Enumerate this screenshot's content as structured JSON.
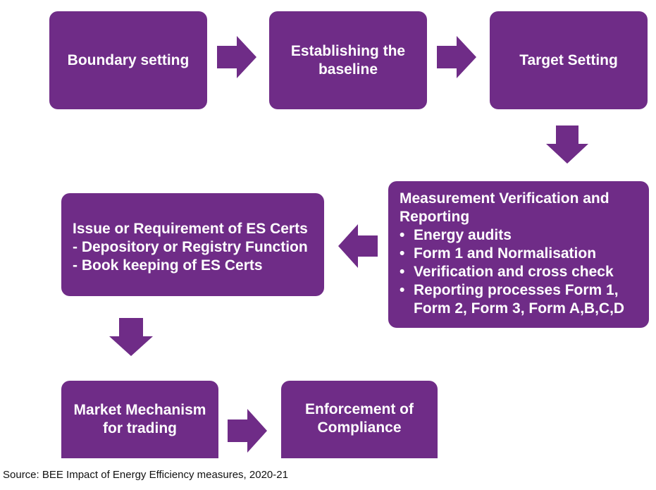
{
  "boxes": {
    "boundary": "Boundary setting",
    "baseline": "Establishing the baseline",
    "target": "Target Setting",
    "mvr": {
      "title": "Measurement Verification and Reporting",
      "items": [
        "Energy audits",
        "Form 1 and Normalisation",
        "Verification and cross check",
        "Reporting processes Form 1, Form 2, Form 3, Form A,B,C,D"
      ]
    },
    "issue": {
      "title": "Issue or Requirement of ES Certs",
      "lines": [
        "- Depository or Registry Function",
        "- Book keeping of ES Certs"
      ]
    },
    "market": "Market Mechanism for trading",
    "enforcement": "Enforcement of Compliance"
  },
  "source": "Source: BEE Impact of Energy Efficiency measures, 2020-21",
  "colors": {
    "box": "#6f2c87",
    "arrow": "#6f2c87",
    "text": "#ffffff"
  },
  "arrows": [
    "right-arrow",
    "right-arrow",
    "down-arrow",
    "left-arrow",
    "down-arrow",
    "right-arrow"
  ]
}
